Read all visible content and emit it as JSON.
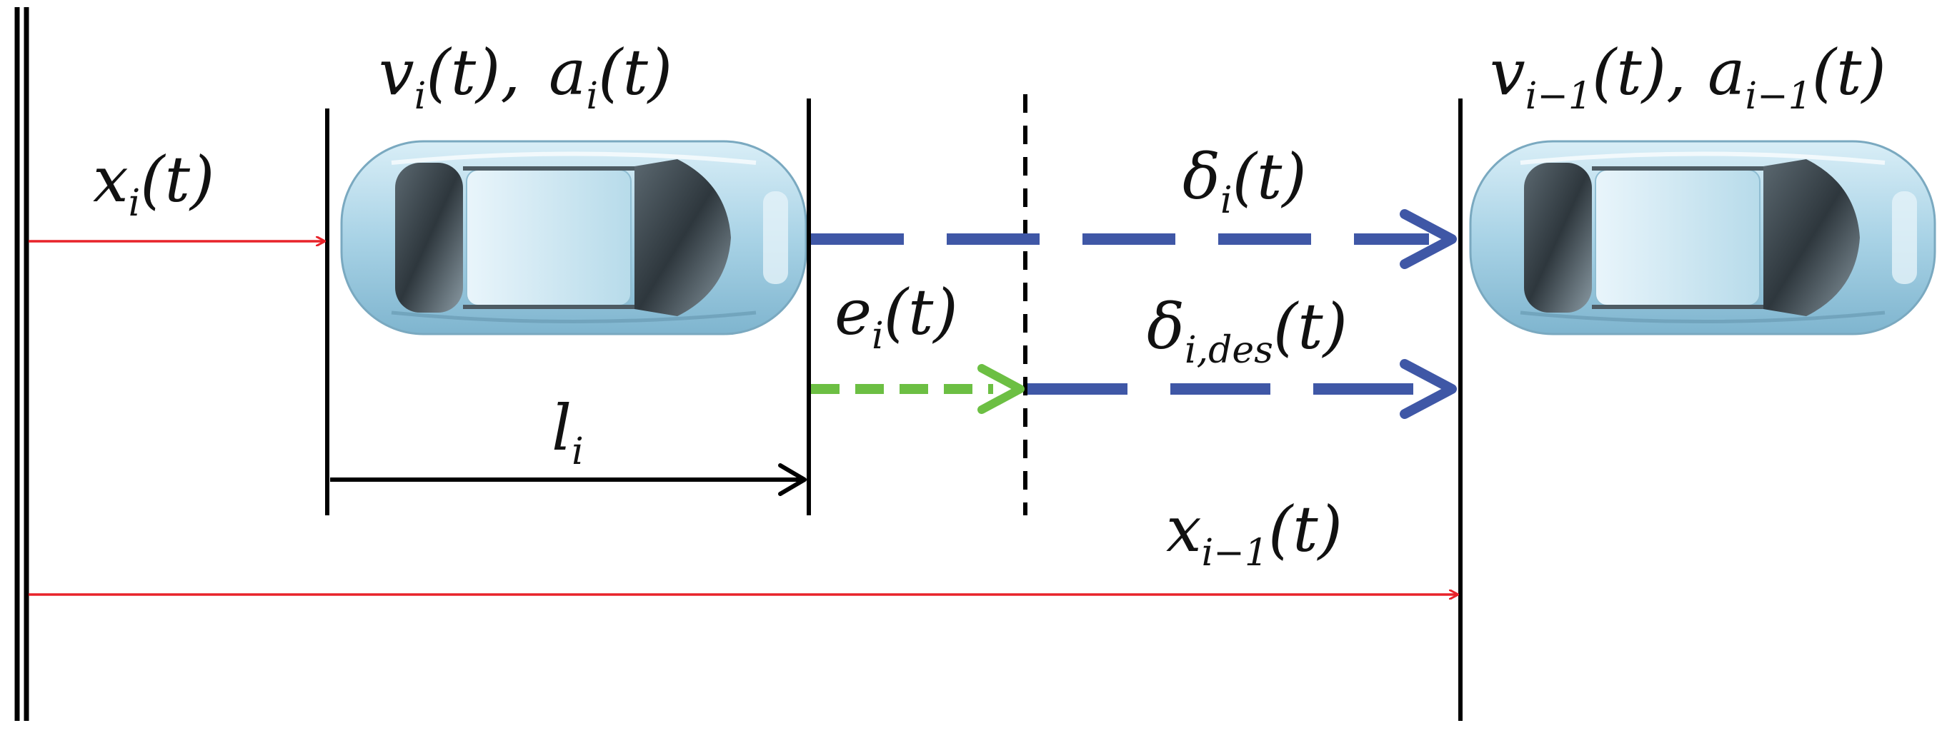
{
  "labels": {
    "follower_position": {
      "base": "x",
      "sub": "i",
      "rest": "(t)"
    },
    "follower_velocity": {
      "base": "v",
      "sub": "i",
      "rest": "(t),"
    },
    "follower_accel": {
      "base": "a",
      "sub": "i",
      "rest": "(t)"
    },
    "leader_velocity": {
      "base": "v",
      "sub": "i−1",
      "rest": "(t),"
    },
    "leader_accel": {
      "base": "a",
      "sub": "i−1",
      "rest": "(t)"
    },
    "actual_gap": {
      "base": "δ",
      "sub": "i",
      "rest": "(t)"
    },
    "desired_gap": {
      "base": "δ",
      "sub": "i,des",
      "rest": "(t)"
    },
    "spacing_error": {
      "base": "e",
      "sub": "i",
      "rest": "(t)"
    },
    "vehicle_length": {
      "base": "l",
      "sub": "i",
      "rest": ""
    },
    "leader_position": {
      "base": "x",
      "sub": "i−1",
      "rest": "(t)"
    }
  },
  "colors": {
    "position_arrow": "#e8232a",
    "gap_arrow": "#3f57a6",
    "error_arrow": "#6cbf43",
    "boundary": "#000000",
    "car_body": "#a9d3e6",
    "car_glass": "#3e4a52"
  }
}
